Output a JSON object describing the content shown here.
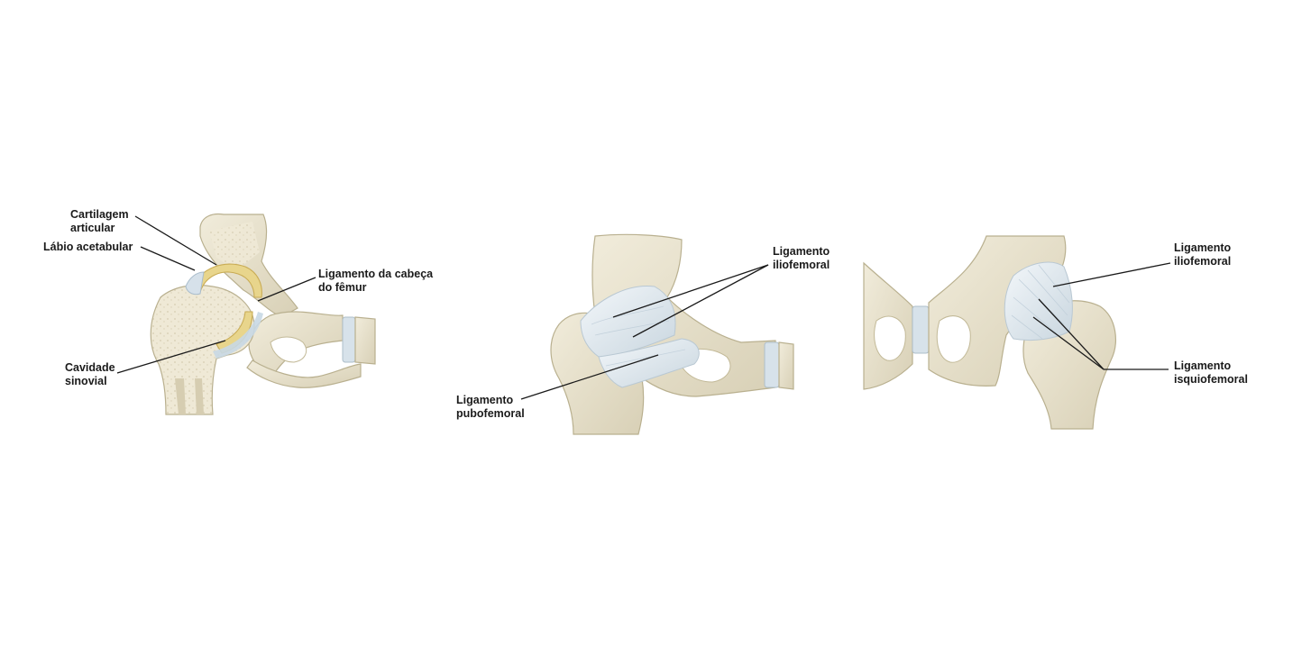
{
  "panels": [
    {
      "id": "panel-section",
      "labels": [
        {
          "id": "cartilagem",
          "lines": [
            "Cartilagem",
            "articular"
          ]
        },
        {
          "id": "labio",
          "lines": [
            "Lábio acetabular"
          ]
        },
        {
          "id": "ligamento-cabeca",
          "lines": [
            "Ligamento da cabeça",
            "do fêmur"
          ]
        },
        {
          "id": "cavidade",
          "lines": [
            "Cavidade",
            "sinovial"
          ]
        }
      ]
    },
    {
      "id": "panel-anterior",
      "labels": [
        {
          "id": "iliofemoral",
          "lines": [
            "Ligamento",
            "iliofemoral"
          ]
        },
        {
          "id": "pubofemoral",
          "lines": [
            "Ligamento",
            "pubofemoral"
          ]
        }
      ]
    },
    {
      "id": "panel-posterior",
      "labels": [
        {
          "id": "iliofemoral",
          "lines": [
            "Ligamento",
            "iliofemoral"
          ]
        },
        {
          "id": "isquiofemoral",
          "lines": [
            "Ligamento",
            "isquiofemoral"
          ]
        }
      ]
    }
  ],
  "colors": {
    "bone": "#e9e3cf",
    "bone_shadow": "#cfc7ae",
    "bone_edge": "#b9b08f",
    "marrow": "#ede6d2",
    "cartilage": "#e8d58c",
    "cartilage_edge": "#c9ac55",
    "ligament": "#e3ebf1",
    "ligament_shadow": "#b9c8d3",
    "leader": "#1a1a1a"
  }
}
